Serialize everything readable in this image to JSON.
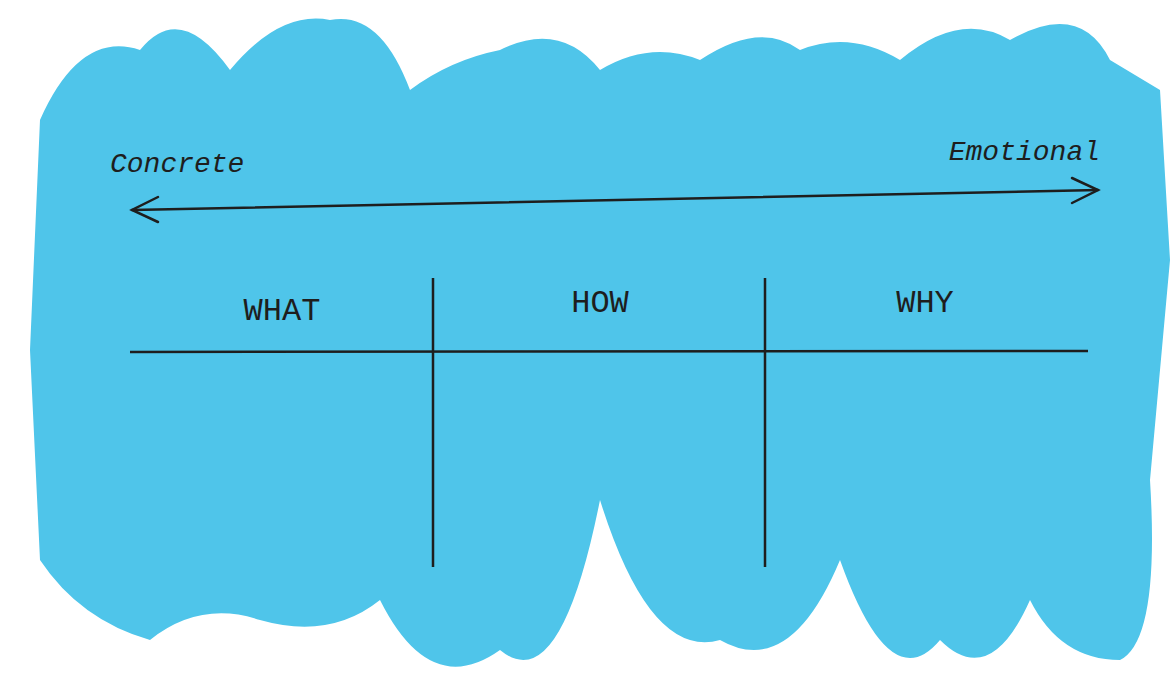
{
  "diagram": {
    "labels": [
      "Concrete",
      "Emotional",
      "WHAT",
      "HOW",
      "WHY"
    ]
  }
}
